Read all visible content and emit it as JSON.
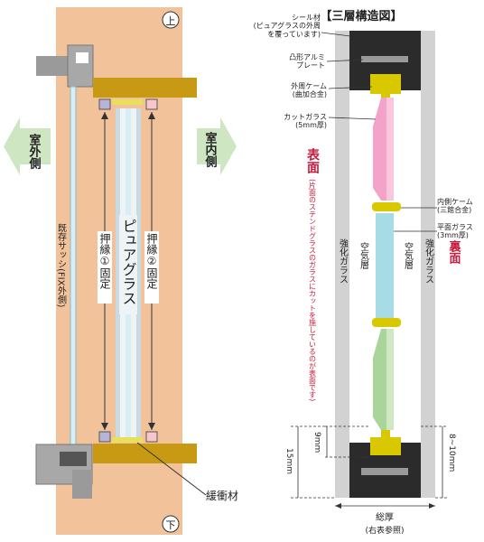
{
  "left": {
    "top_marker": "上",
    "bottom_marker": "下",
    "outdoor_label": "室外側",
    "indoor_label": "室内側",
    "existing_sash": "既存サッシ(FIX外側)",
    "press_edge_1": "押縁①固定",
    "pure_glass": "ピュアグラス",
    "press_edge_2": "押縁②固定",
    "buffer_material": "緩衝材"
  },
  "right": {
    "title": "【三層構造図】",
    "seal_material": "シール材\n(ピュアグラスの外周\nを覆っています)",
    "frame_plate": "凸形アルミ\nプレート",
    "outer_frame": "外周ケーム\n(曲加合金)",
    "cut_glass": "カットガラス\n(5mm厚)",
    "surface": "表面",
    "surface_note": "(片面のステンドグラスのガラスにカットを施しているのが表面です)",
    "inner_frame": "内側ケーム\n(三館合金)",
    "flat_glass": "平面ガラス\n(3mm厚)",
    "tempered_glass_left": "強化ガラス",
    "air_layer_left": "空気層",
    "air_layer_right": "空気層",
    "tempered_glass_right": "強化ガラス",
    "back_surface": "裏面",
    "dim_9mm": "9mm",
    "dim_15mm": "15mm",
    "dim_8_10mm": "8~10mm",
    "total_thickness": "総厚",
    "total_note": "(右表参照)"
  },
  "colors": {
    "wall": "#f2c39a",
    "frame_wood": "#c89a14",
    "sash_gray": "#9a9a9a",
    "arrow_green": "#cfe6c3",
    "accent_red": "#c81a3c",
    "dark_block": "#2b2b2b",
    "kame_yellow": "#d8c800",
    "pink_glass": "#f3a3c8",
    "blue_glass": "#a7dbe6",
    "green_glass": "#a9d59b"
  }
}
